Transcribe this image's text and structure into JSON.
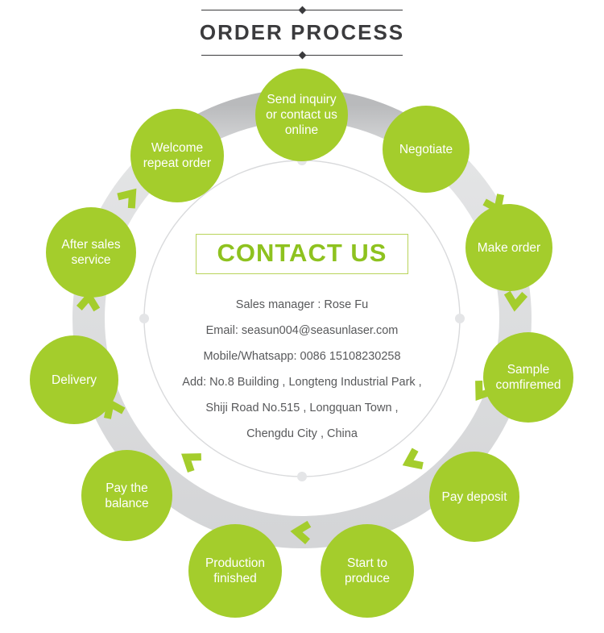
{
  "header": {
    "title": "ORDER PROCESS"
  },
  "colors": {
    "green": "#a4cd2c",
    "green_text": "#8ec21f",
    "green_border": "#b9d45a",
    "ring_grey": "#d6d7d8",
    "dark_text": "#3b3b3d",
    "body_text": "#58595b",
    "background": "#ffffff"
  },
  "process": {
    "flow_direction": "clockwise",
    "steps": [
      {
        "index": 1,
        "label": "Send inquiry\nor contact us\nonline",
        "lines": [
          "Send inquiry",
          "or contact us",
          "online"
        ]
      },
      {
        "index": 2,
        "label": "Negotiate",
        "lines": [
          "Negotiate"
        ]
      },
      {
        "index": 3,
        "label": "Make order",
        "lines": [
          "Make order"
        ]
      },
      {
        "index": 4,
        "label": "Sample\ncomfiremed",
        "lines": [
          "Sample",
          "comfiremed"
        ]
      },
      {
        "index": 5,
        "label": "Pay deposit",
        "lines": [
          "Pay deposit"
        ]
      },
      {
        "index": 6,
        "label": "Start to\nproduce",
        "lines": [
          "Start to",
          "produce"
        ]
      },
      {
        "index": 7,
        "label": "Production\nfinished",
        "lines": [
          "Production",
          "finished"
        ]
      },
      {
        "index": 8,
        "label": "Pay the\nbalance",
        "lines": [
          "Pay the",
          "balance"
        ]
      },
      {
        "index": 9,
        "label": "Delivery",
        "lines": [
          "Delivery"
        ]
      },
      {
        "index": 10,
        "label": "After sales\nservice",
        "lines": [
          "After sales",
          "service"
        ]
      },
      {
        "index": 11,
        "label": "Welcome\nrepeat order",
        "lines": [
          "Welcome",
          "repeat order"
        ]
      }
    ]
  },
  "contact": {
    "title": "CONTACT US",
    "lines": [
      "Sales manager : Rose Fu",
      "Email: seasun004@seasunlaser.com",
      "Mobile/Whatsapp:  0086 15108230258",
      "Add: No.8 Building , Longteng Industrial Park ,",
      "Shiji Road No.515 , Longquan Town ,",
      "Chengdu City , China"
    ]
  }
}
